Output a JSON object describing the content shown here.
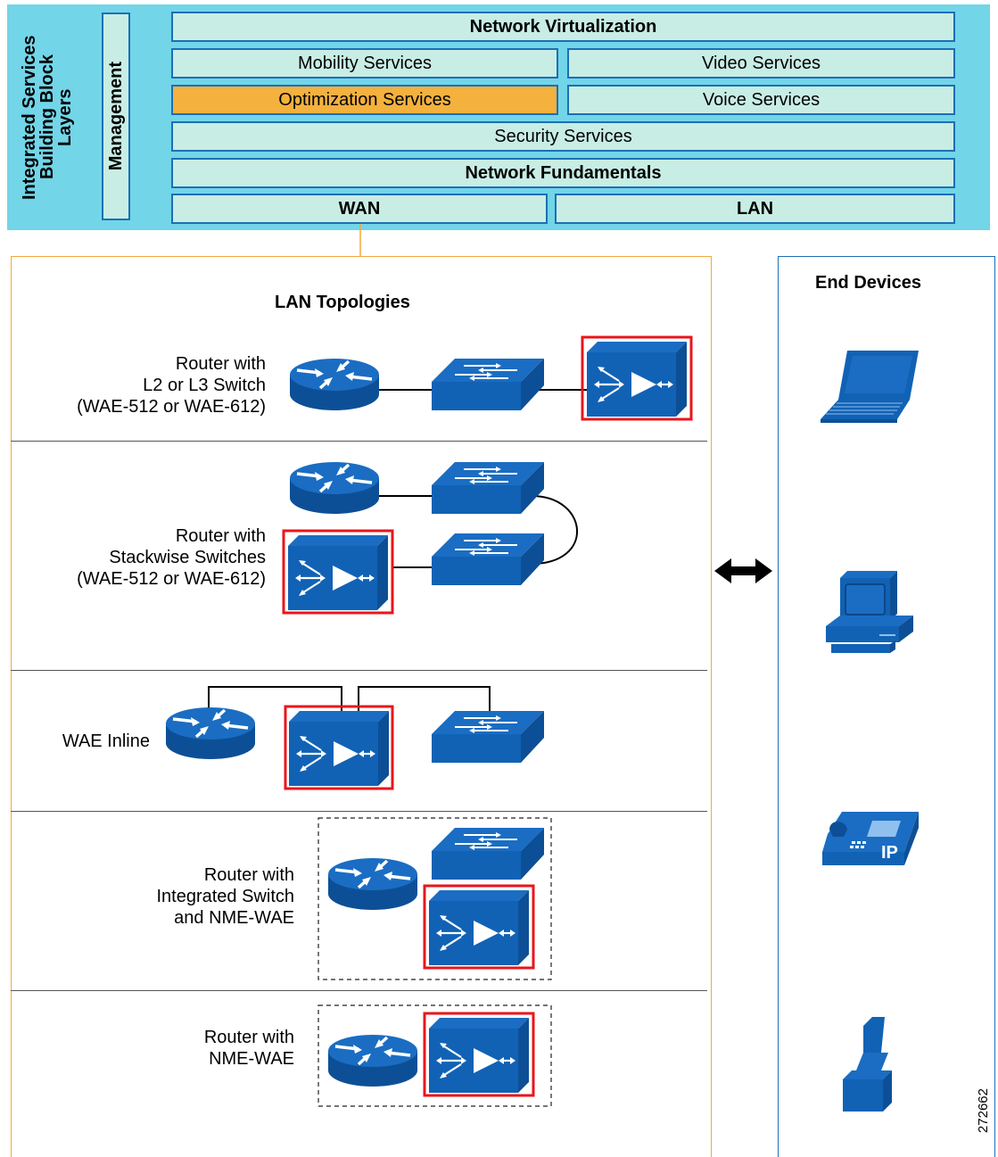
{
  "layers": {
    "title": "Integrated Services\nBuilding Block\nLayers",
    "management": "Management",
    "network_virtualization": "Network Virtualization",
    "mobility": "Mobility Services",
    "video": "Video Services",
    "optimization": "Optimization  Services",
    "voice": "Voice Services",
    "security": "Security Services",
    "fundamentals": "Network Fundamentals",
    "wan": "WAN",
    "lan": "LAN"
  },
  "topologies": {
    "heading": "LAN Topologies",
    "rows": [
      {
        "label": "Router with\nL2 or L3 Switch\n(WAE-512 or WAE-612)"
      },
      {
        "label": "Router with\nStackwise Switches\n(WAE-512 or WAE-612)"
      },
      {
        "label": "WAE Inline"
      },
      {
        "label": "Router with\nIntegrated Switch\nand NME-WAE"
      },
      {
        "label": "Router with\nNME-WAE"
      }
    ]
  },
  "end_devices": {
    "heading": "End Devices",
    "items": [
      "laptop-icon",
      "desktop-computer-icon",
      "ip-phone-icon",
      "printer-icon"
    ],
    "ip_label": "IP"
  },
  "figure_number": "272662",
  "colors": {
    "layer_bg": "#72d5e8",
    "box_fill": "#c8ede4",
    "box_border": "#1c6fb5",
    "highlight": "#f4b13e",
    "device_blue": "#1565b8",
    "wae_outline": "#e8161b"
  }
}
